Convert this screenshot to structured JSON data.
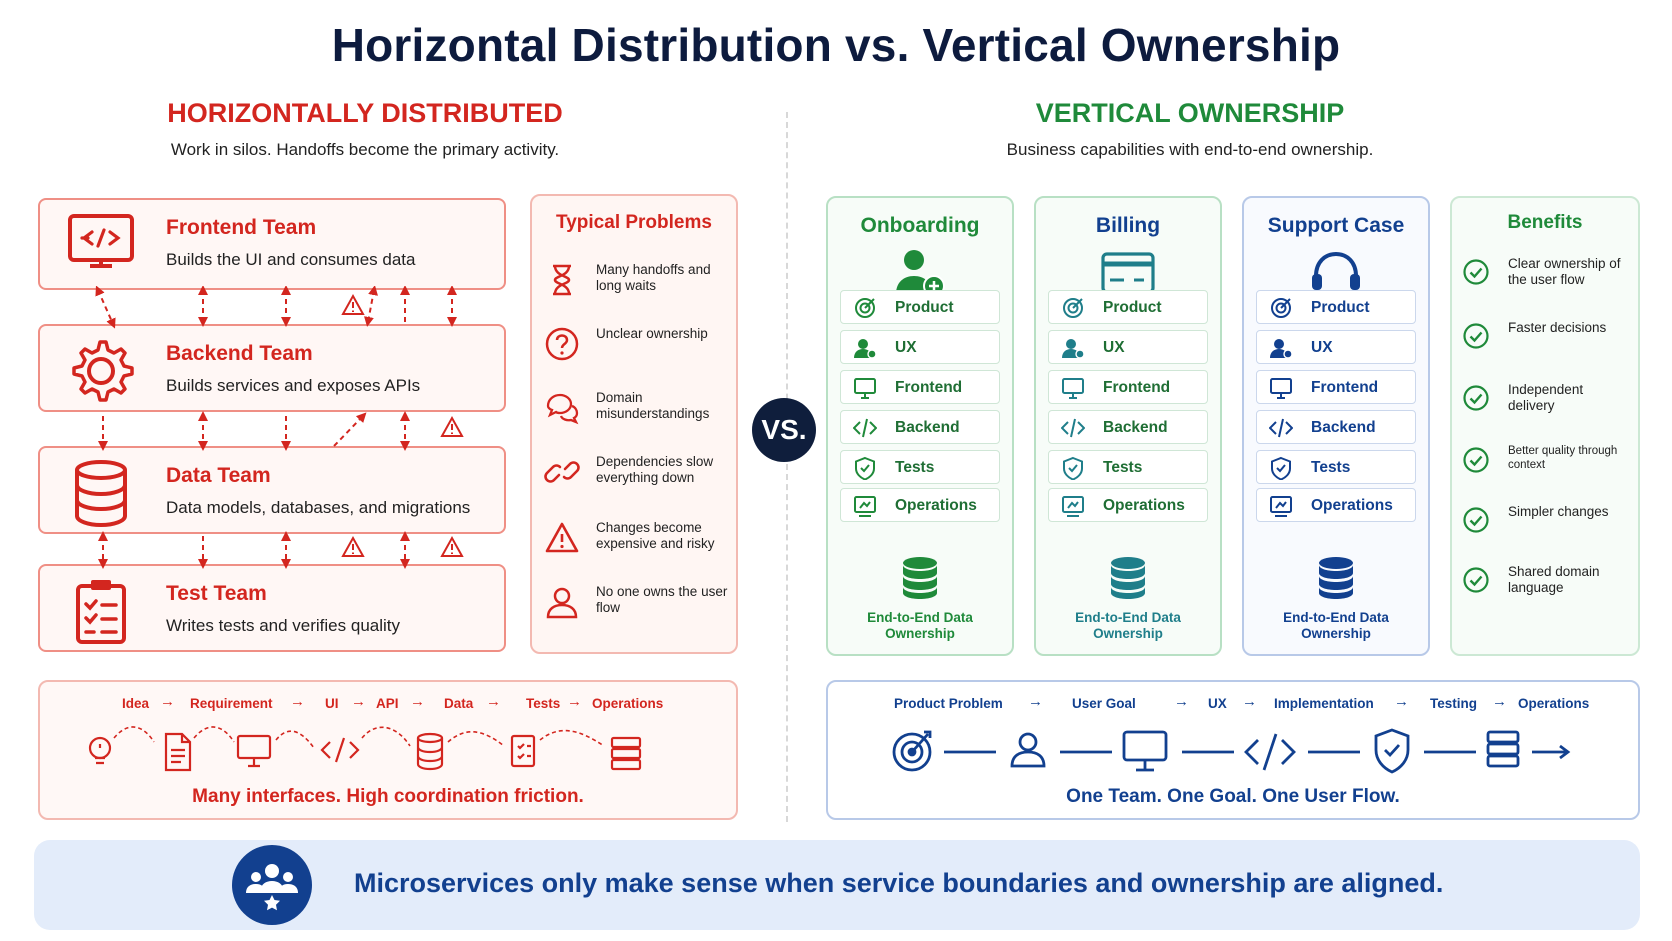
{
  "title": "Horizontal Distribution vs. Vertical Ownership",
  "left": {
    "heading": "HORIZONTALLY DISTRIBUTED",
    "subheading": "Work in silos. Handoffs become the primary activity.",
    "teams": [
      {
        "name": "Frontend Team",
        "desc": "Builds the UI and consumes data",
        "icon": "monitor-code-icon"
      },
      {
        "name": "Backend Team",
        "desc": "Builds services and exposes APIs",
        "icon": "gear-icon"
      },
      {
        "name": "Data Team",
        "desc": "Data models, databases, and migrations",
        "icon": "database-icon"
      },
      {
        "name": "Test Team",
        "desc": "Writes tests and verifies quality",
        "icon": "clipboard-check-icon"
      }
    ],
    "problems": {
      "title": "Typical Problems",
      "items": [
        {
          "text": "Many handoffs and long waits",
          "icon": "hourglass-icon"
        },
        {
          "text": "Unclear ownership",
          "icon": "question-icon"
        },
        {
          "text": "Domain misunderstandings",
          "icon": "chat-bubbles-icon"
        },
        {
          "text": "Dependencies slow everything down",
          "icon": "link-icon"
        },
        {
          "text": "Changes become expensive and risky",
          "icon": "warning-icon"
        },
        {
          "text": "No one owns the user flow",
          "icon": "user-icon"
        }
      ]
    },
    "flow": {
      "steps": [
        "Idea",
        "Requirement",
        "UI",
        "API",
        "Data",
        "Tests",
        "Operations"
      ],
      "arrow": "→",
      "caption": "Many interfaces. High coordination friction."
    }
  },
  "vs": "VS.",
  "right": {
    "heading": "VERTICAL OWNERSHIP",
    "subheading": "Business capabilities with end-to-end ownership.",
    "capabilities": [
      {
        "title": "Onboarding",
        "icon": "user-add-icon"
      },
      {
        "title": "Billing",
        "icon": "credit-card-icon"
      },
      {
        "title": "Support Case",
        "icon": "headset-icon"
      }
    ],
    "roles": [
      "Product",
      "UX",
      "Frontend",
      "Backend",
      "Tests",
      "Operations"
    ],
    "e2e_line1": "End-to-End Data",
    "e2e_line2": "Ownership",
    "benefits": {
      "title": "Benefits",
      "items": [
        "Clear ownership of the user flow",
        "Faster decisions",
        "Independent delivery",
        "Better quality through context",
        "Simpler changes",
        "Shared domain language"
      ]
    },
    "flow": {
      "steps": [
        "Product Problem",
        "User Goal",
        "UX",
        "Implementation",
        "Testing",
        "Operations"
      ],
      "arrow": "→",
      "caption": "One Team. One Goal. One User Flow."
    }
  },
  "footer": {
    "text": "Microservices only make sense when service boundaries and ownership are aligned.",
    "icon": "team-icon"
  },
  "colors": {
    "red": "#d3261f",
    "green": "#1f8a3a",
    "blue": "#12408f",
    "navy": "#0d1b3e"
  }
}
